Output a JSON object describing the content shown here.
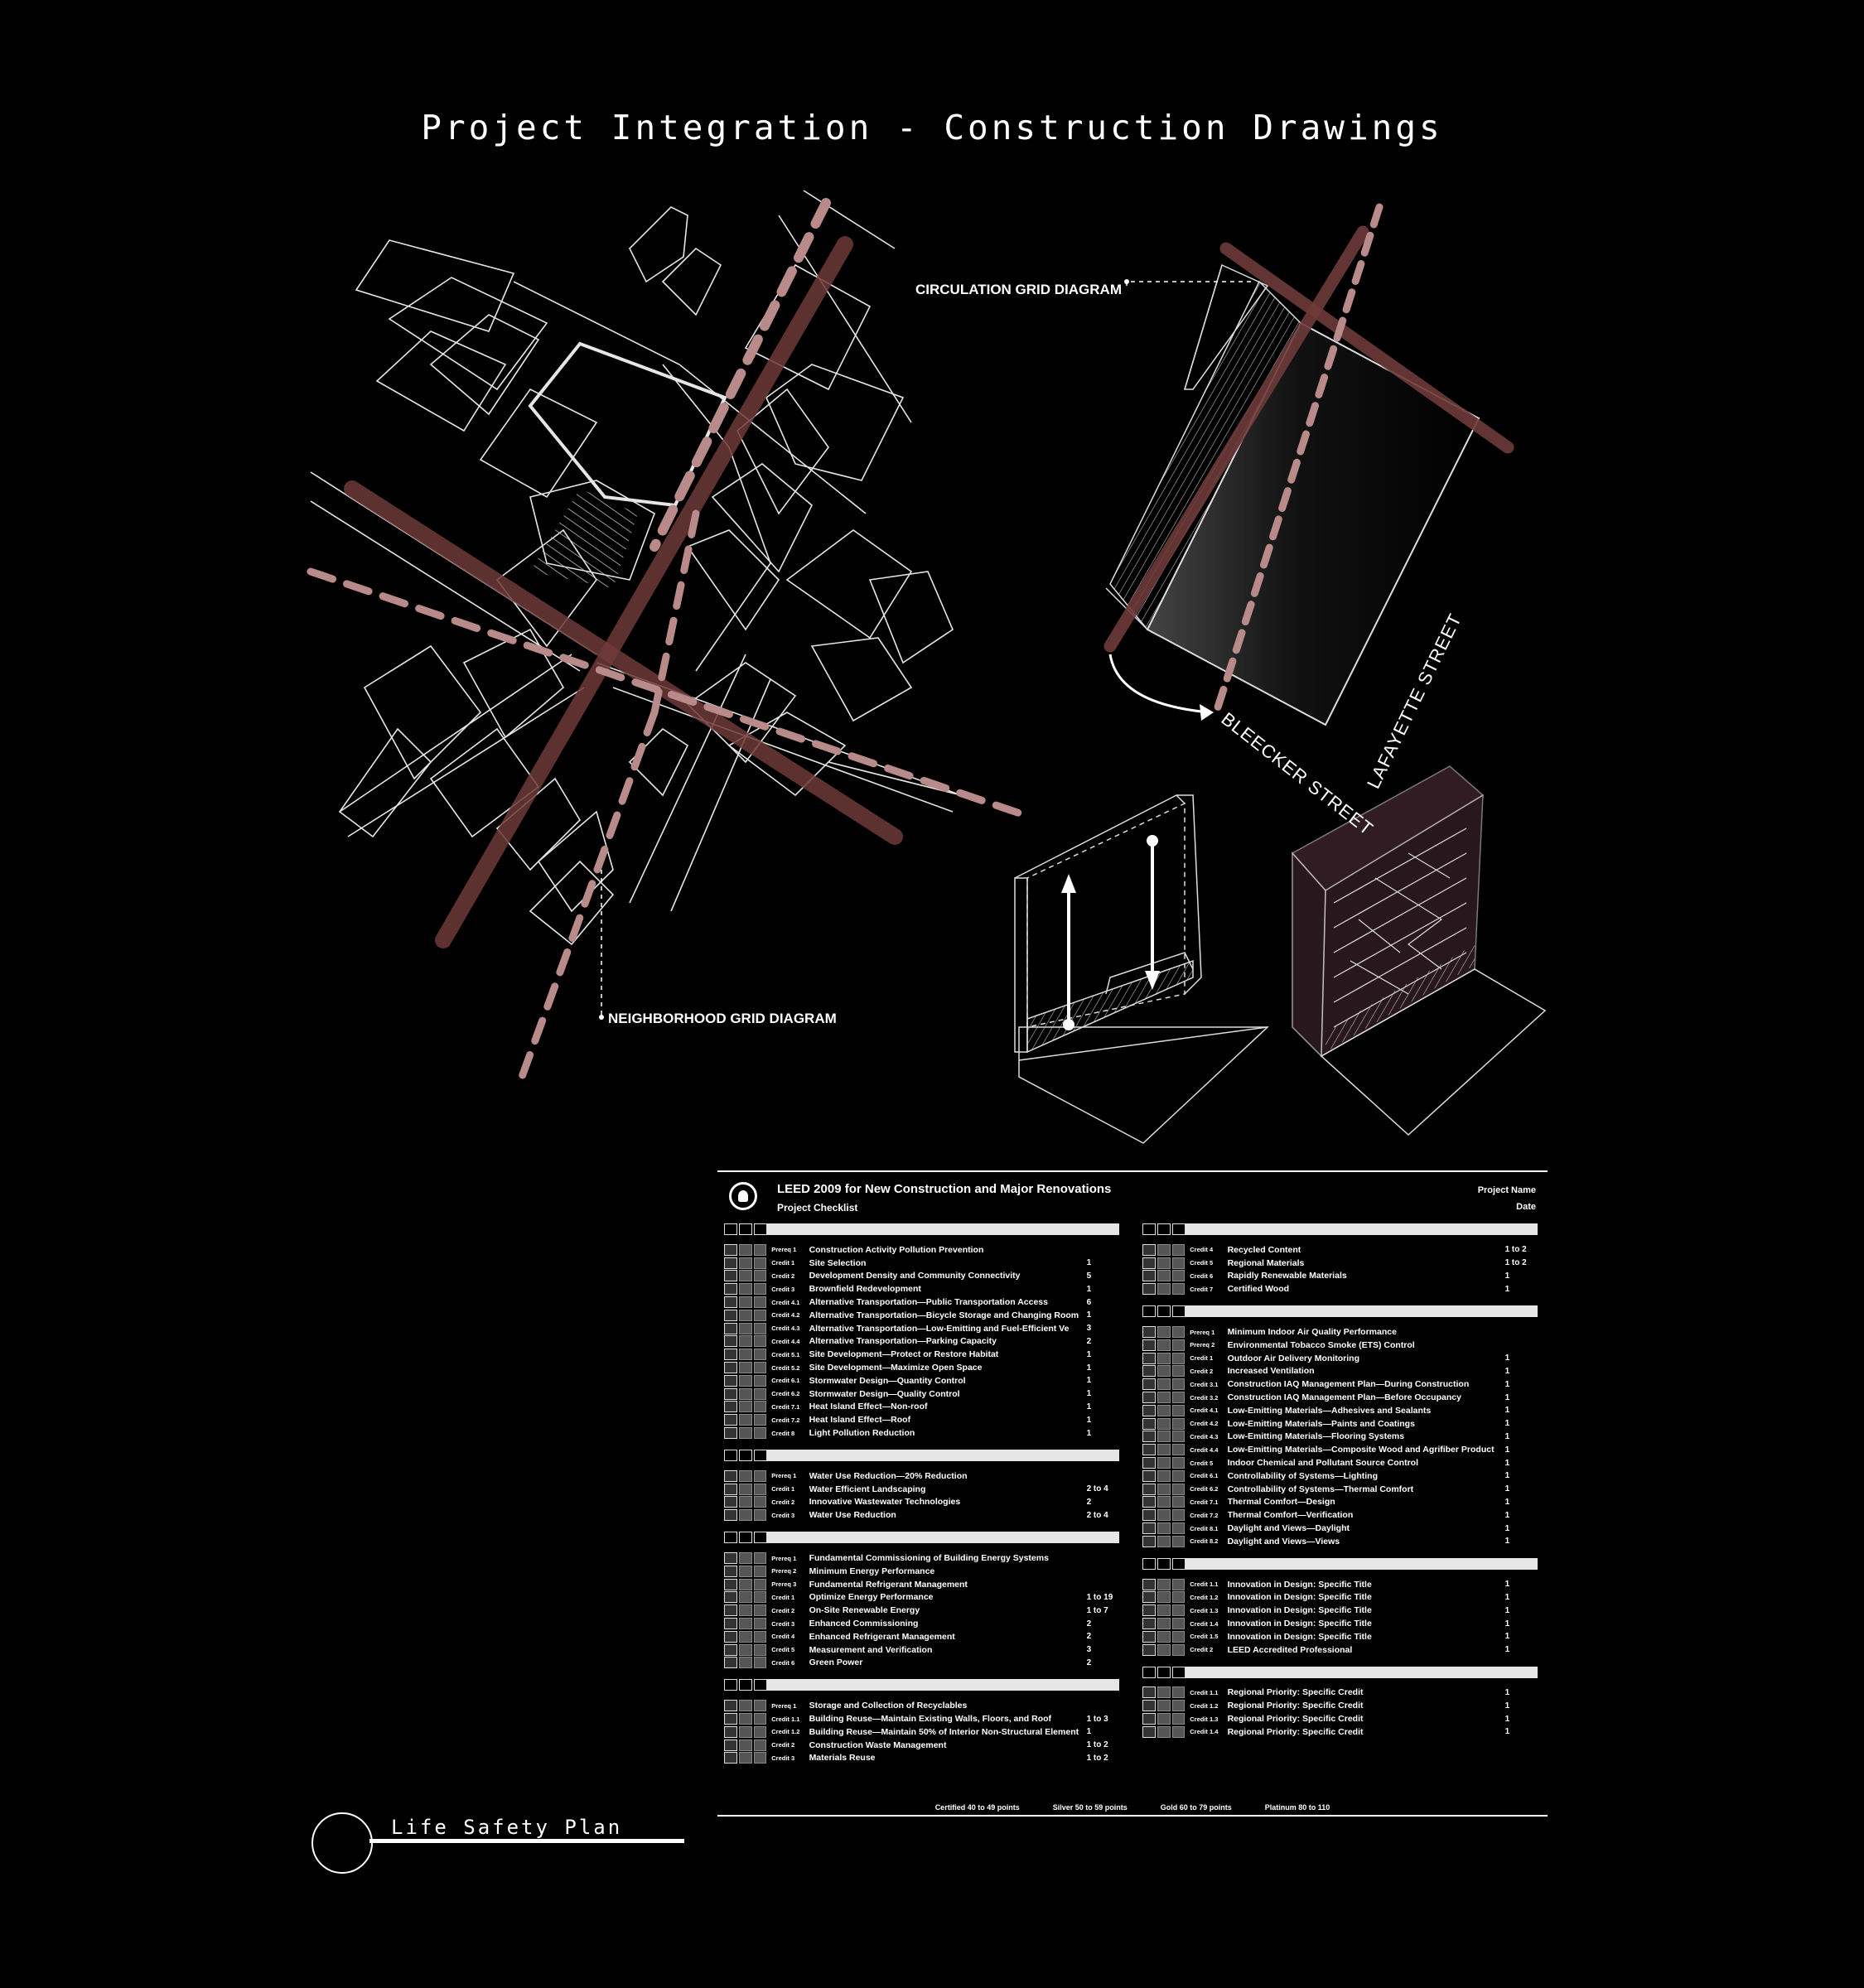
{
  "page": {
    "title": "Project Integration - Construction Drawings",
    "colors": {
      "background": "#000000",
      "accent": "#6e3a3a",
      "accent_light": "#b88a8a",
      "line": "#ffffff"
    }
  },
  "diagrams": {
    "circulation_label": "CIRCULATION GRID DIAGRAM",
    "neighborhood_label": "NEIGHBORHOOD GRID DIAGRAM",
    "streets": {
      "bleecker": "BLEECKER STREET",
      "lafayette": "LAFAYETTE STREET"
    }
  },
  "leed": {
    "title": "LEED 2009 for New Construction and Major Renovations",
    "subtitle": "Project Checklist",
    "project_name": "Project Name",
    "date": "Date",
    "left_sections": [
      {
        "rows": [
          {
            "code": "Prereq 1",
            "name": "Construction Activity Pollution Prevention",
            "pts": ""
          },
          {
            "code": "Credit 1",
            "name": "Site Selection",
            "pts": "1"
          },
          {
            "code": "Credit 2",
            "name": "Development Density and Community Connectivity",
            "pts": "5"
          },
          {
            "code": "Credit 3",
            "name": "Brownfield Redevelopment",
            "pts": "1"
          },
          {
            "code": "Credit 4.1",
            "name": "Alternative Transportation—Public Transportation Access",
            "pts": "6"
          },
          {
            "code": "Credit 4.2",
            "name": "Alternative Transportation—Bicycle Storage and Changing Room",
            "pts": "1"
          },
          {
            "code": "Credit 4.3",
            "name": "Alternative Transportation—Low-Emitting and Fuel-Efficient Ve",
            "pts": "3"
          },
          {
            "code": "Credit 4.4",
            "name": "Alternative Transportation—Parking Capacity",
            "pts": "2"
          },
          {
            "code": "Credit 5.1",
            "name": "Site Development—Protect or Restore Habitat",
            "pts": "1"
          },
          {
            "code": "Credit 5.2",
            "name": "Site Development—Maximize Open Space",
            "pts": "1"
          },
          {
            "code": "Credit 6.1",
            "name": "Stormwater Design—Quantity Control",
            "pts": "1"
          },
          {
            "code": "Credit 6.2",
            "name": "Stormwater Design—Quality Control",
            "pts": "1"
          },
          {
            "code": "Credit 7.1",
            "name": "Heat Island Effect—Non-roof",
            "pts": "1"
          },
          {
            "code": "Credit 7.2",
            "name": "Heat Island Effect—Roof",
            "pts": "1"
          },
          {
            "code": "Credit 8",
            "name": "Light Pollution Reduction",
            "pts": "1"
          }
        ]
      },
      {
        "rows": [
          {
            "code": "Prereq 1",
            "name": "Water Use Reduction—20% Reduction",
            "pts": ""
          },
          {
            "code": "Credit 1",
            "name": "Water Efficient Landscaping",
            "pts": "2 to 4"
          },
          {
            "code": "Credit 2",
            "name": "Innovative Wastewater Technologies",
            "pts": "2"
          },
          {
            "code": "Credit 3",
            "name": "Water Use Reduction",
            "pts": "2 to 4"
          }
        ]
      },
      {
        "rows": [
          {
            "code": "Prereq 1",
            "name": "Fundamental Commissioning of Building Energy Systems",
            "pts": ""
          },
          {
            "code": "Prereq 2",
            "name": "Minimum Energy Performance",
            "pts": ""
          },
          {
            "code": "Prereq 3",
            "name": "Fundamental Refrigerant Management",
            "pts": ""
          },
          {
            "code": "Credit 1",
            "name": "Optimize Energy Performance",
            "pts": "1 to 19"
          },
          {
            "code": "Credit 2",
            "name": "On-Site Renewable Energy",
            "pts": "1 to 7"
          },
          {
            "code": "Credit 3",
            "name": "Enhanced Commissioning",
            "pts": "2"
          },
          {
            "code": "Credit 4",
            "name": "Enhanced Refrigerant Management",
            "pts": "2"
          },
          {
            "code": "Credit 5",
            "name": "Measurement and Verification",
            "pts": "3"
          },
          {
            "code": "Credit 6",
            "name": "Green Power",
            "pts": "2"
          }
        ]
      },
      {
        "rows": [
          {
            "code": "Prereq 1",
            "name": "Storage and Collection of Recyclables",
            "pts": ""
          },
          {
            "code": "Credit 1.1",
            "name": "Building Reuse—Maintain Existing Walls, Floors, and Roof",
            "pts": "1 to 3"
          },
          {
            "code": "Credit 1.2",
            "name": "Building Reuse—Maintain 50% of Interior Non-Structural Element",
            "pts": "1"
          },
          {
            "code": "Credit 2",
            "name": "Construction Waste Management",
            "pts": "1 to 2"
          },
          {
            "code": "Credit 3",
            "name": "Materials Reuse",
            "pts": "1 to 2"
          }
        ]
      }
    ],
    "right_sections": [
      {
        "rows": [
          {
            "code": "Credit 4",
            "name": "Recycled Content",
            "pts": "1 to 2"
          },
          {
            "code": "Credit 5",
            "name": "Regional Materials",
            "pts": "1 to 2"
          },
          {
            "code": "Credit 6",
            "name": "Rapidly Renewable Materials",
            "pts": "1"
          },
          {
            "code": "Credit 7",
            "name": "Certified Wood",
            "pts": "1"
          }
        ]
      },
      {
        "rows": [
          {
            "code": "Prereq 1",
            "name": "Minimum Indoor Air Quality Performance",
            "pts": ""
          },
          {
            "code": "Prereq 2",
            "name": "Environmental Tobacco Smoke (ETS) Control",
            "pts": ""
          },
          {
            "code": "Credit 1",
            "name": "Outdoor Air Delivery Monitoring",
            "pts": "1"
          },
          {
            "code": "Credit 2",
            "name": "Increased Ventilation",
            "pts": "1"
          },
          {
            "code": "Credit 3.1",
            "name": "Construction IAQ Management Plan—During Construction",
            "pts": "1"
          },
          {
            "code": "Credit 3.2",
            "name": "Construction IAQ Management Plan—Before Occupancy",
            "pts": "1"
          },
          {
            "code": "Credit 4.1",
            "name": "Low-Emitting Materials—Adhesives and Sealants",
            "pts": "1"
          },
          {
            "code": "Credit 4.2",
            "name": "Low-Emitting Materials—Paints and Coatings",
            "pts": "1"
          },
          {
            "code": "Credit 4.3",
            "name": "Low-Emitting Materials—Flooring Systems",
            "pts": "1"
          },
          {
            "code": "Credit 4.4",
            "name": "Low-Emitting Materials—Composite Wood and Agrifiber Product",
            "pts": "1"
          },
          {
            "code": "Credit 5",
            "name": "Indoor Chemical and Pollutant Source Control",
            "pts": "1"
          },
          {
            "code": "Credit 6.1",
            "name": "Controllability of Systems—Lighting",
            "pts": "1"
          },
          {
            "code": "Credit 6.2",
            "name": "Controllability of Systems—Thermal Comfort",
            "pts": "1"
          },
          {
            "code": "Credit 7.1",
            "name": "Thermal Comfort—Design",
            "pts": "1"
          },
          {
            "code": "Credit 7.2",
            "name": "Thermal Comfort—Verification",
            "pts": "1"
          },
          {
            "code": "Credit 8.1",
            "name": "Daylight and Views—Daylight",
            "pts": "1"
          },
          {
            "code": "Credit 8.2",
            "name": "Daylight and Views—Views",
            "pts": "1"
          }
        ]
      },
      {
        "rows": [
          {
            "code": "Credit 1.1",
            "name": "Innovation in Design: Specific Title",
            "pts": "1"
          },
          {
            "code": "Credit 1.2",
            "name": "Innovation in Design: Specific Title",
            "pts": "1"
          },
          {
            "code": "Credit 1.3",
            "name": "Innovation in Design: Specific Title",
            "pts": "1"
          },
          {
            "code": "Credit 1.4",
            "name": "Innovation in Design: Specific Title",
            "pts": "1"
          },
          {
            "code": "Credit 1.5",
            "name": "Innovation in Design: Specific Title",
            "pts": "1"
          },
          {
            "code": "Credit 2",
            "name": "LEED Accredited Professional",
            "pts": "1"
          }
        ]
      },
      {
        "rows": [
          {
            "code": "Credit 1.1",
            "name": "Regional Priority: Specific Credit",
            "pts": "1"
          },
          {
            "code": "Credit 1.2",
            "name": "Regional Priority: Specific Credit",
            "pts": "1"
          },
          {
            "code": "Credit 1.3",
            "name": "Regional Priority: Specific Credit",
            "pts": "1"
          },
          {
            "code": "Credit 1.4",
            "name": "Regional Priority: Specific Credit",
            "pts": "1"
          }
        ]
      }
    ],
    "legend": [
      "Certified 40 to 49 points",
      "Silver 50 to 59 points",
      "Gold 60 to 79 points",
      "Platinum 80 to 110"
    ]
  },
  "footer": {
    "plan_label": "Life Safety Plan"
  }
}
